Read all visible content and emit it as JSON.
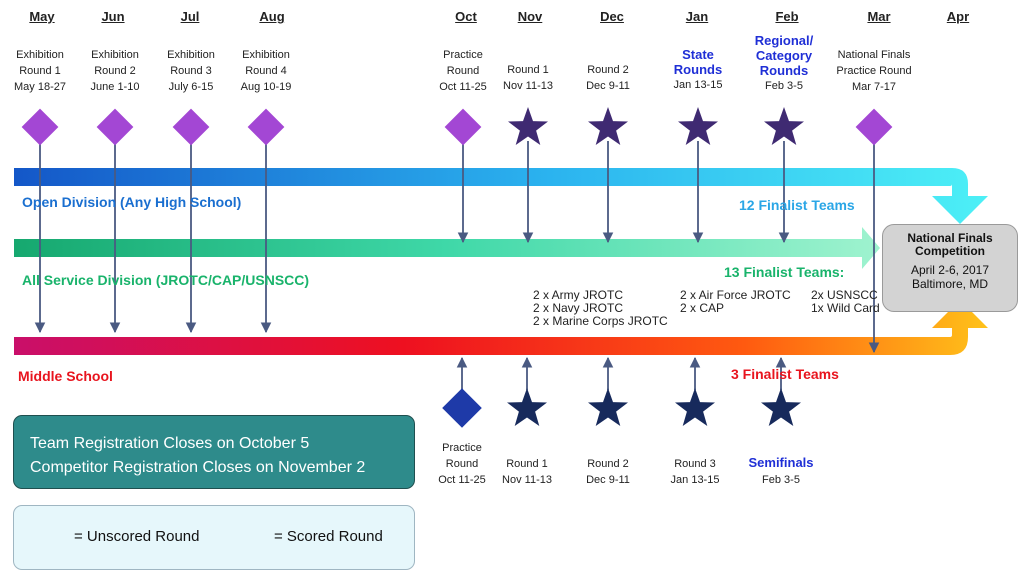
{
  "months": [
    "May",
    "Jun",
    "Jul",
    "Aug",
    "Oct",
    "Nov",
    "Dec",
    "Jan",
    "Feb",
    "Mar",
    "Apr"
  ],
  "top_rounds": [
    {
      "label": "Exhibition\nRound 1\nMay 18-27",
      "marker": "diamond"
    },
    {
      "label": "Exhibition\nRound 2\nJune 1-10",
      "marker": "diamond"
    },
    {
      "label": "Exhibition\nRound 3\nJuly 6-15",
      "marker": "diamond"
    },
    {
      "label": "Exhibition\nRound 4\nAug 10-19",
      "marker": "diamond"
    },
    {
      "label": "Practice\nRound\nOct 11-25",
      "marker": "diamond"
    },
    {
      "label": "Round 1\nNov 11-13",
      "marker": "star"
    },
    {
      "label": "Round 2\nDec 9-11",
      "marker": "star"
    },
    {
      "label": "State\nRounds\nJan 13-15",
      "marker": "star",
      "emphasis": "blue"
    },
    {
      "label": "Regional/\nCategory\nRounds\nFeb 3-5",
      "marker": "star",
      "emphasis": "blue"
    },
    {
      "label": "National Finals\nPractice Round\nMar 7-17",
      "marker": "diamond"
    }
  ],
  "bottom_rounds": [
    {
      "label": "Practice\nRound\nOct 11-25",
      "marker": "diamond"
    },
    {
      "label": "Round 1\nNov 11-13",
      "marker": "star"
    },
    {
      "label": "Round 2\nDec 9-11",
      "marker": "star"
    },
    {
      "label": "Round 3\nJan 13-15",
      "marker": "star"
    },
    {
      "label": "Semifinals",
      "sub": "Feb 3-5",
      "marker": "star",
      "emphasis": "blue"
    }
  ],
  "divisions": {
    "open": {
      "label": "Open Division (Any High School)",
      "finalists": "12 Finalist Teams",
      "color": "#1a6fd0"
    },
    "all_service": {
      "label": "All Service Division (JROTC/CAP/USNSCC)",
      "finalists": "13 Finalist Teams:",
      "color": "#19b36b"
    },
    "middle": {
      "label": "Middle School",
      "finalists": "3 Finalist Teams",
      "color": "#e8141e"
    }
  },
  "allocations": [
    "2 x Army JROTC\n2 x Navy JROTC\n2 x Marine Corps JROTC",
    "2 x Air Force JROTC\n2 x CAP",
    "2x USNSCC\n1x  Wild Card"
  ],
  "national_finals": {
    "title": "National Finals\nCompetition",
    "dates": "April 2-6, 2017\nBaltimore, MD"
  },
  "registration": {
    "line1": "Team Registration Closes on October 5",
    "line2": "Competitor Registration Closes on November 2"
  },
  "legend": {
    "unscored": "= Unscored Round",
    "scored": "= Scored Round"
  },
  "colors": {
    "diamond_light": "#a347d4",
    "star_dark": "#3f2a72",
    "diamond_navy": "#1e3aa8",
    "star_navy": "#172a5c",
    "connector": "#4a5a82",
    "teal_box": "#2e8b8b"
  }
}
